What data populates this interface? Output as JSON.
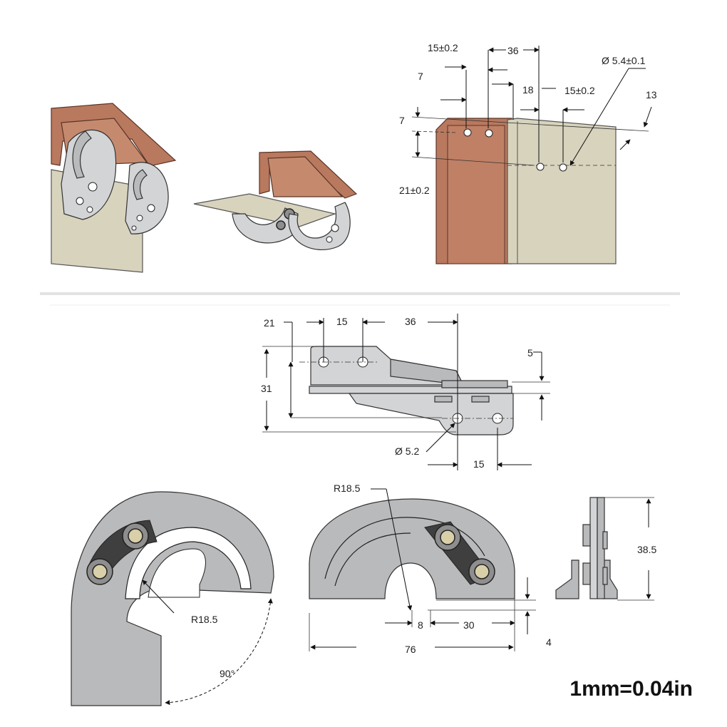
{
  "top_right": {
    "d1": "15±0.2",
    "d2": "36",
    "d3": "Ø 5.4±0.1",
    "d4": "7",
    "d5": "18",
    "d6": "15±0.2",
    "d7": "13",
    "d8": "7",
    "d9": "21±0.2"
  },
  "middle": {
    "d1": "21",
    "d2": "15",
    "d3": "36",
    "d4": "5",
    "d5": "31",
    "d6": "Ø 5.2",
    "d7": "15"
  },
  "bottom_left": {
    "radius": "R18.5",
    "angle": "90°"
  },
  "bottom_middle": {
    "radius": "R18.5",
    "d_small": "8",
    "d_mid": "30",
    "d_total": "76",
    "d_height": "4"
  },
  "bottom_right": {
    "height": "38.5"
  },
  "scale": "1mm=0.04in"
}
